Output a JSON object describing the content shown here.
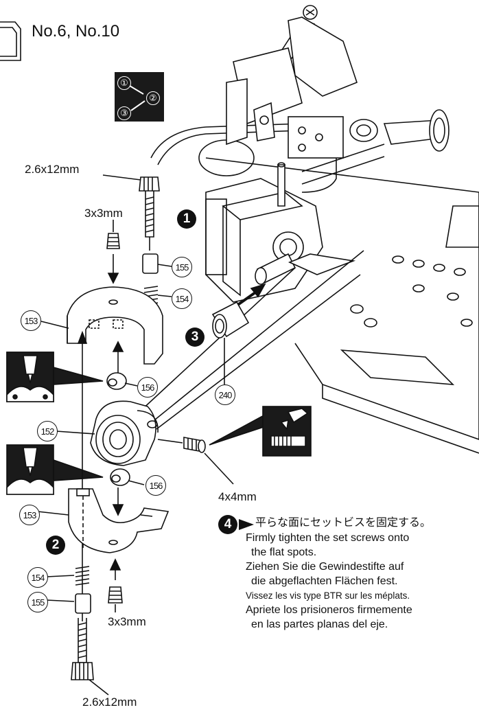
{
  "header": {
    "title": "No.6, No.10"
  },
  "sequence_box": {
    "steps": [
      "①",
      "②",
      "③"
    ]
  },
  "steps": {
    "s1": "1",
    "s2": "2",
    "s3": "3",
    "s4": "4"
  },
  "labels": {
    "screw_top": "2.6x12mm",
    "set_top": "3x3mm",
    "set_side": "4x4mm",
    "set_bottom": "3x3mm",
    "screw_bottom": "2.6x12mm"
  },
  "callouts": {
    "c155_top": "155",
    "c154_top": "154",
    "c153_top": "153",
    "c156_top": "156",
    "c240": "240",
    "c152": "152",
    "c156_bot": "156",
    "c153_bot": "153",
    "c154_bot": "154",
    "c155_bot": "155"
  },
  "instructions": {
    "jp": "平らな面にセットビスを固定する。",
    "en1": "Firmly tighten the set screws onto",
    "en2": "the flat spots.",
    "de1": "Ziehen Sie die Gewindestifte auf",
    "de2": "die abgeflachten Flächen fest.",
    "fr": "Vissez les vis type BTR sur les méplats.",
    "es1": "Apriete los prisioneros firmemente",
    "es2": "en las partes planas del eje."
  }
}
